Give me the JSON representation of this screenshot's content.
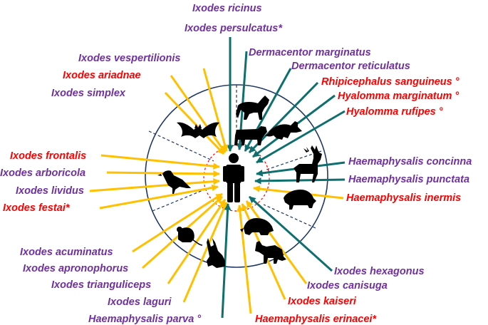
{
  "colors": {
    "purple": "#7030a0",
    "red": "#ff0000",
    "teal": "#0f6e6e",
    "yellow": "#ffc000",
    "circle": "#1f3864",
    "silhouette": "#000000"
  },
  "human": {
    "icon": "human-icon"
  },
  "hosts": [
    {
      "name": "bat",
      "icon": "bat-icon"
    },
    {
      "name": "horse",
      "icon": "horse-icon"
    },
    {
      "name": "cow",
      "icon": "cow-icon"
    },
    {
      "name": "fox-top",
      "icon": "fox-icon"
    },
    {
      "name": "deer",
      "icon": "deer-icon"
    },
    {
      "name": "boar",
      "icon": "boar-icon"
    },
    {
      "name": "hedgehog",
      "icon": "hedgehog-icon"
    },
    {
      "name": "fox-bottom",
      "icon": "fox-icon"
    },
    {
      "name": "hare",
      "icon": "hare-icon"
    },
    {
      "name": "mouse",
      "icon": "mouse-icon"
    },
    {
      "name": "bird",
      "icon": "bird-icon"
    }
  ],
  "species": [
    {
      "id": "ricinus",
      "text": "Ixodes ricinus",
      "color": "purple",
      "arrow": "teal"
    },
    {
      "id": "persulcatus",
      "text": "Ixodes persulcatus*",
      "color": "purple",
      "arrow": "teal"
    },
    {
      "id": "dermarg",
      "text": "Dermacentor marginatus",
      "color": "purple",
      "arrow": "teal"
    },
    {
      "id": "derret",
      "text": "Dermacentor reticulatus",
      "color": "purple",
      "arrow": "teal"
    },
    {
      "id": "rhipi",
      "text": "Rhipicephalus sanguineus °",
      "color": "red",
      "arrow": "teal"
    },
    {
      "id": "hyamarg",
      "text": "Hyalomma marginatum °",
      "color": "red",
      "arrow": "teal"
    },
    {
      "id": "hyaruf",
      "text": "Hyalomma rufipes °",
      "color": "red",
      "arrow": "teal"
    },
    {
      "id": "vesper",
      "text": "Ixodes vespertilionis",
      "color": "purple",
      "arrow": "yellow"
    },
    {
      "id": "ariadnae",
      "text": "Ixodes ariadnae",
      "color": "red",
      "arrow": "yellow"
    },
    {
      "id": "simplex",
      "text": "Ixodes simplex",
      "color": "purple",
      "arrow": "yellow"
    },
    {
      "id": "frontalis",
      "text": "Ixodes frontalis",
      "color": "red",
      "arrow": "yellow"
    },
    {
      "id": "arboricola",
      "text": "Ixodes arboricola",
      "color": "purple",
      "arrow": "yellow"
    },
    {
      "id": "lividus",
      "text": "Ixodes lividus",
      "color": "purple",
      "arrow": "yellow"
    },
    {
      "id": "festai",
      "text": "Ixodes festai*",
      "color": "red",
      "arrow": "yellow"
    },
    {
      "id": "concinna",
      "text": "Haemaphysalis concinna",
      "color": "purple",
      "arrow": "teal"
    },
    {
      "id": "punctata",
      "text": "Haemaphysalis punctata",
      "color": "purple",
      "arrow": "teal"
    },
    {
      "id": "inermis",
      "text": "Haemaphysalis inermis",
      "color": "red",
      "arrow": "yellow"
    },
    {
      "id": "acuminatus",
      "text": "Ixodes acuminatus",
      "color": "purple",
      "arrow": "yellow"
    },
    {
      "id": "apronoph",
      "text": "Ixodes apronophorus",
      "color": "purple",
      "arrow": "yellow"
    },
    {
      "id": "triangul",
      "text": "Ixodes trianguliceps",
      "color": "purple",
      "arrow": "yellow"
    },
    {
      "id": "laguri",
      "text": "Ixodes laguri",
      "color": "purple",
      "arrow": "yellow"
    },
    {
      "id": "parva",
      "text": "Haemaphysalis parva °",
      "color": "purple",
      "arrow": "teal"
    },
    {
      "id": "hexagonus",
      "text": "Ixodes hexagonus",
      "color": "purple",
      "arrow": "teal"
    },
    {
      "id": "canisuga",
      "text": "Ixodes canisuga",
      "color": "purple",
      "arrow": "yellow"
    },
    {
      "id": "kaiseri",
      "text": "Ixodes kaiseri",
      "color": "red",
      "arrow": "yellow"
    },
    {
      "id": "erinacei",
      "text": "Haemaphysalis erinacei*",
      "color": "red",
      "arrow": "yellow"
    }
  ]
}
